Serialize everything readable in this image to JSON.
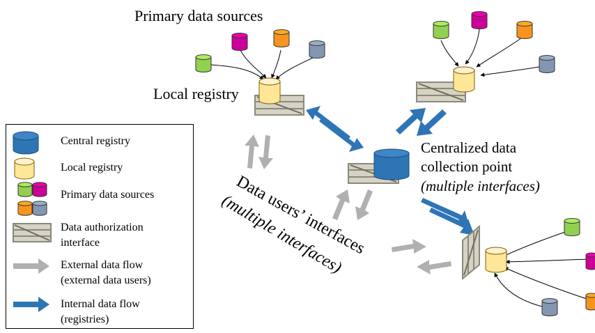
{
  "labels": {
    "primary_sources": "Primary data sources",
    "local_registry": "Local registry",
    "centralized_line1": "Centralized data",
    "centralized_line2": "collection point",
    "centralized_line3": "(multiple interfaces)",
    "users_line1": "Data users’ interfaces",
    "users_line2": "(multiple interfaces)"
  },
  "legend": {
    "central_registry": "Central registry",
    "local_registry": "Local registry",
    "primary_sources": "Primary data sources",
    "auth_line1": "Data authorization",
    "auth_line2": "interface",
    "external_line1": "External data flow",
    "external_line2": "(external data users)",
    "internal_line1": "Internal data flow",
    "internal_line2": "(registries)"
  },
  "colors": {
    "central_registry": "#2e75b6",
    "local_registry": "#ffe699",
    "source_green": "#92d050",
    "source_magenta": "#cc0099",
    "source_orange": "#f7941d",
    "source_grey": "#8497b0",
    "internal_flow": "#2e75b6",
    "external_flow": "#b0b0b0",
    "gate_fill": "#d6d2c4",
    "gate_stroke": "#8a8a7a"
  }
}
